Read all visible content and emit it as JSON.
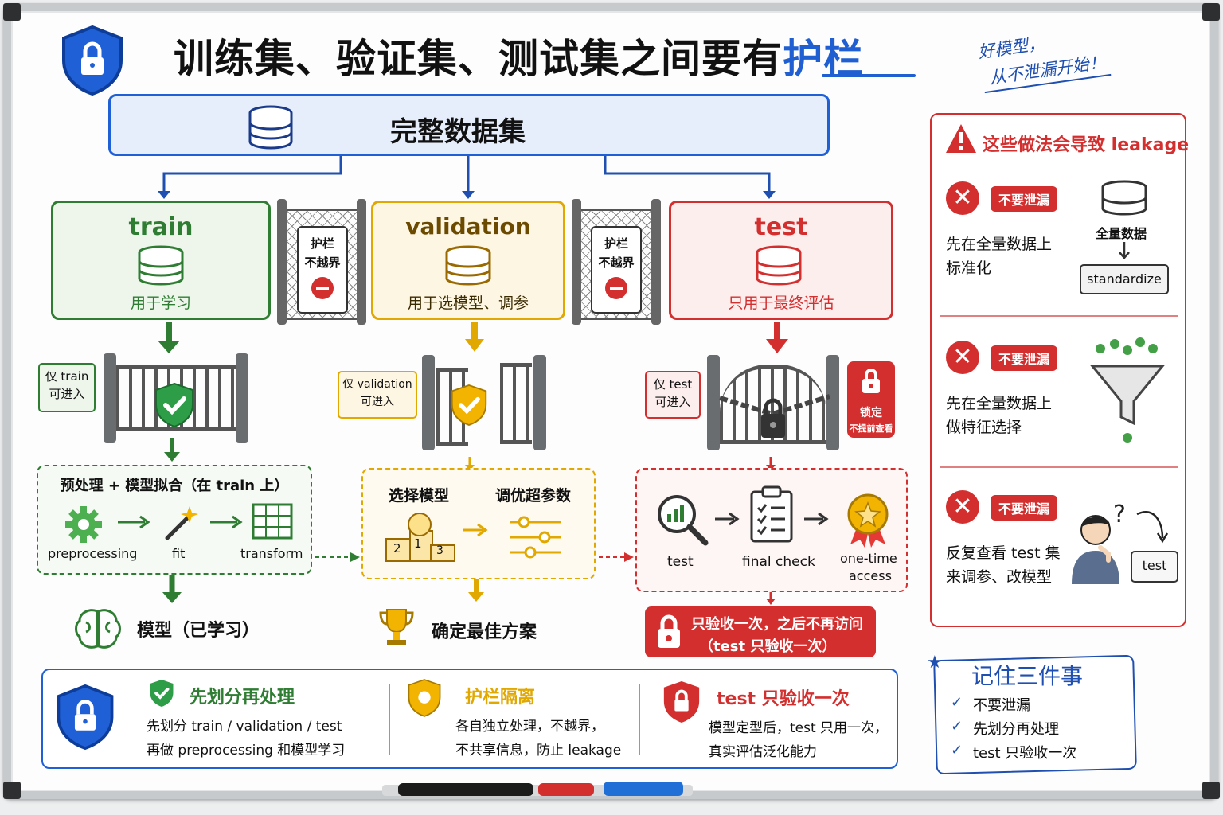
{
  "title": {
    "main": "训练集、验证集、测试集之间要有",
    "highlight": "护栏"
  },
  "slogan": {
    "line1": "好模型，",
    "line2": "从不泄漏开始！"
  },
  "dataset": {
    "label": "完整数据集"
  },
  "splits": {
    "train": {
      "name": "train",
      "desc": "用于学习",
      "access_l1": "仅 train",
      "access_l2": "可进入"
    },
    "validation": {
      "name": "validation",
      "desc": "用于选模型、调参",
      "access_l1": "仅 validation",
      "access_l2": "可进入"
    },
    "test": {
      "name": "test",
      "desc": "只用于最终评估",
      "access_l1": "仅 test",
      "access_l2": "可进入",
      "lock_l1": "锁定",
      "lock_l2": "不提前查看"
    }
  },
  "fence_sign": {
    "l1": "护栏",
    "l2": "不越界"
  },
  "train_stage": {
    "title": "预处理 + 模型拟合（在 train 上）",
    "steps": [
      "preprocessing",
      "fit",
      "transform"
    ],
    "result": "模型（已学习）"
  },
  "val_stage": {
    "step1": "选择模型",
    "step2": "调优超参数",
    "podium": [
      "2",
      "1",
      "3"
    ],
    "result": "确定最佳方案"
  },
  "test_stage": {
    "steps": [
      "test",
      "final check",
      "one-time",
      "access"
    ],
    "result_l1": "只验收一次，之后不再访问",
    "result_l2": "（test 只验收一次）"
  },
  "leakage": {
    "title": "这些做法会导致 leakage",
    "badge": "不要泄漏",
    "items": [
      {
        "l1": "先在全量数据上",
        "l2": "标准化",
        "fig1": "全量数据",
        "fig2": "standardize"
      },
      {
        "l1": "先在全量数据上",
        "l2": "做特征选择"
      },
      {
        "l1": "反复查看 test 集",
        "l2": "来调参、改模型",
        "fig": "test"
      }
    ]
  },
  "summary": [
    {
      "title": "先划分再处理",
      "l1": "先划分 train / validation / test",
      "l2": "再做 preprocessing 和模型学习"
    },
    {
      "title": "护栏隔离",
      "l1": "各自独立处理，不越界，",
      "l2": "不共享信息，防止 leakage"
    },
    {
      "title": "test 只验收一次",
      "l1": "模型定型后，test 只用一次，",
      "l2": "真实评估泛化能力"
    }
  ],
  "remember": {
    "title": "记住三件事",
    "items": [
      "不要泄漏",
      "先划分再处理",
      "test 只验收一次"
    ]
  },
  "colors": {
    "train": "#2e7d32",
    "validation": "#e0a800",
    "test": "#d32f2f",
    "blue": "#1f5fd1"
  }
}
